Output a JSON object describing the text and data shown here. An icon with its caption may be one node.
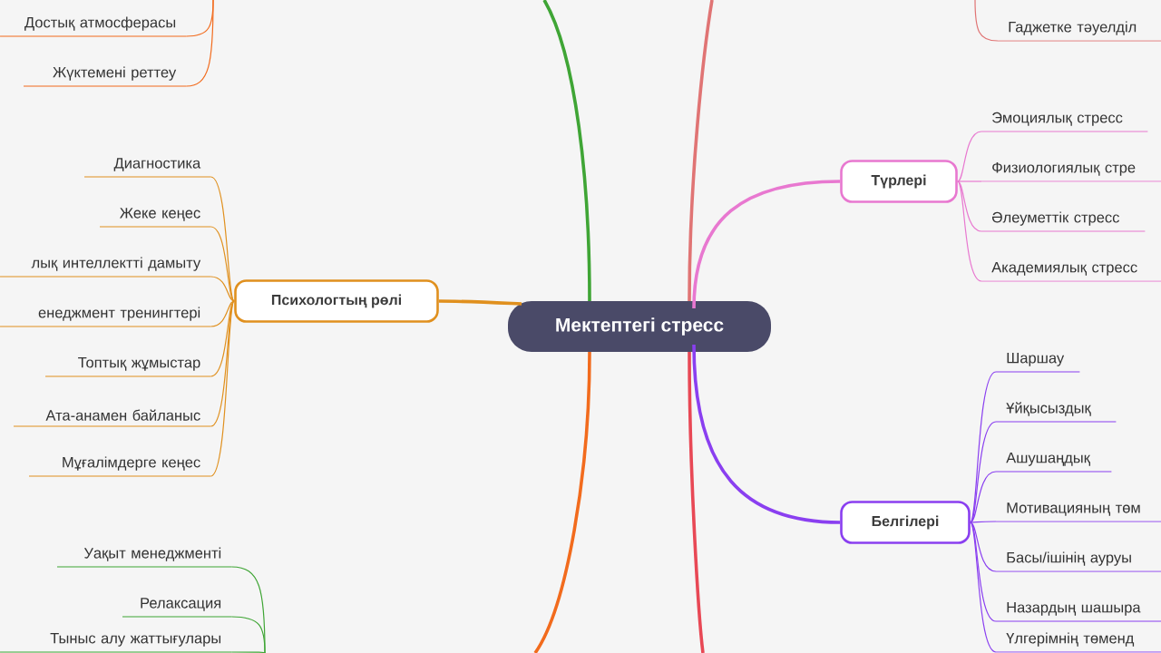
{
  "diagram": {
    "nodes": [
      {
        "text": [
          "Мектептегі стресс"
        ]
      },
      {
        "text": [
          "Түрлері"
        ]
      },
      {
        "text": [
          "Белгілері"
        ]
      },
      {
        "text": [
          "Психологтың рөлі"
        ]
      },
      {
        "text": [
          "Достық атмосферасы"
        ]
      },
      {
        "text": [
          "Жүктемені реттеу"
        ]
      },
      {
        "text": [
          "Диагностика"
        ]
      },
      {
        "text": [
          "Жеке кеңес"
        ]
      },
      {
        "text": [
          "лық интеллектті дамыту"
        ]
      },
      {
        "text": [
          "енеджмент тренингтері"
        ]
      },
      {
        "text": [
          "Топтық жұмыстар"
        ]
      },
      {
        "text": [
          "Ата-анамен байланыс"
        ]
      },
      {
        "text": [
          "Мұғалімдерге кеңес"
        ]
      },
      {
        "text": [
          "Уақыт менеджменті"
        ]
      },
      {
        "text": [
          "Релаксация"
        ]
      },
      {
        "text": [
          "Тыныс алу жаттығулары"
        ]
      },
      {
        "text": [
          "Гаджетке тәуелділ"
        ]
      },
      {
        "text": [
          "Эмоциялық стресс"
        ]
      },
      {
        "text": [
          "Физиологиялық стре"
        ]
      },
      {
        "text": [
          "Әлеуметтік стресс"
        ]
      },
      {
        "text": [
          "Академиялық стресс"
        ]
      },
      {
        "text": [
          "Шаршау"
        ]
      },
      {
        "text": [
          "Ұйқысыздық"
        ]
      },
      {
        "text": [
          "Ашушаңдық"
        ]
      },
      {
        "text": [
          "Мотивацияның төм"
        ]
      },
      {
        "text": [
          "Басы/ішінің ауруы"
        ]
      },
      {
        "text": [
          "Назардың шашыра"
        ]
      },
      {
        "text": [
          "Үлгерімнің төменд"
        ]
      }
    ],
    "edges": [
      {
        "from": 0,
        "to": null,
        "arrow": "none",
        "style": "thick",
        "color": "#3fa535"
      },
      {
        "from": 0,
        "to": null,
        "arrow": "none",
        "style": "thick",
        "color": "#f26b1d"
      },
      {
        "from": 0,
        "to": null,
        "arrow": "none",
        "style": "thick",
        "color": "#e07474"
      },
      {
        "from": 0,
        "to": null,
        "arrow": "none",
        "style": "thick",
        "color": "#e84855"
      },
      {
        "from": 0,
        "to": 1,
        "arrow": "none",
        "style": "thick",
        "color": "#e878d0"
      },
      {
        "from": 0,
        "to": 2,
        "arrow": "none",
        "style": "thick"
      },
      {
        "from": 0,
        "to": 3,
        "arrow": "none",
        "style": "thick",
        "color": "#e0901e"
      },
      {
        "from": null,
        "to": 4,
        "arrow": "none",
        "color": "#f26b1d"
      },
      {
        "from": null,
        "to": 5,
        "arrow": "none",
        "color": "#f26b1d"
      },
      {
        "from": 3,
        "to": 6,
        "arrow": "none",
        "color": "#e0901e"
      },
      {
        "from": 3,
        "to": 7,
        "arrow": "none",
        "color": "#e0901e"
      },
      {
        "from": 3,
        "to": 8,
        "arrow": "none",
        "color": "#e0901e"
      },
      {
        "from": 3,
        "to": 9,
        "arrow": "none",
        "color": "#e0901e"
      },
      {
        "from": 3,
        "to": 10,
        "arrow": "none",
        "color": "#e0901e"
      },
      {
        "from": 3,
        "to": 11,
        "arrow": "none",
        "color": "#e0901e"
      },
      {
        "from": 3,
        "to": 12,
        "arrow": "none",
        "color": "#e0901e"
      },
      {
        "from": null,
        "to": 13,
        "arrow": "none",
        "color": "#3fa535"
      },
      {
        "from": null,
        "to": 14,
        "arrow": "none",
        "color": "#3fa535"
      },
      {
        "from": null,
        "to": 15,
        "arrow": "none",
        "color": "#3fa535"
      },
      {
        "from": null,
        "to": 16,
        "arrow": "none",
        "color": "#e07474"
      },
      {
        "from": 1,
        "to": 17,
        "arrow": "none",
        "color": "#e878d0"
      },
      {
        "from": 1,
        "to": 18,
        "arrow": "none",
        "color": "#e878d0"
      },
      {
        "from": 1,
        "to": 19,
        "arrow": "none",
        "color": "#e878d0"
      },
      {
        "from": 1,
        "to": 20,
        "arrow": "none",
        "color": "#e878d0"
      },
      {
        "from": 2,
        "to": 21,
        "arrow": "none"
      },
      {
        "from": 2,
        "to": 22,
        "arrow": "none"
      },
      {
        "from": 2,
        "to": 23,
        "arrow": "none"
      },
      {
        "from": 2,
        "to": 24,
        "arrow": "none"
      },
      {
        "from": 2,
        "to": 25,
        "arrow": "none"
      },
      {
        "from": 2,
        "to": 26,
        "arrow": "none"
      },
      {
        "from": 2,
        "to": 27,
        "arrow": "none"
      }
    ]
  }
}
